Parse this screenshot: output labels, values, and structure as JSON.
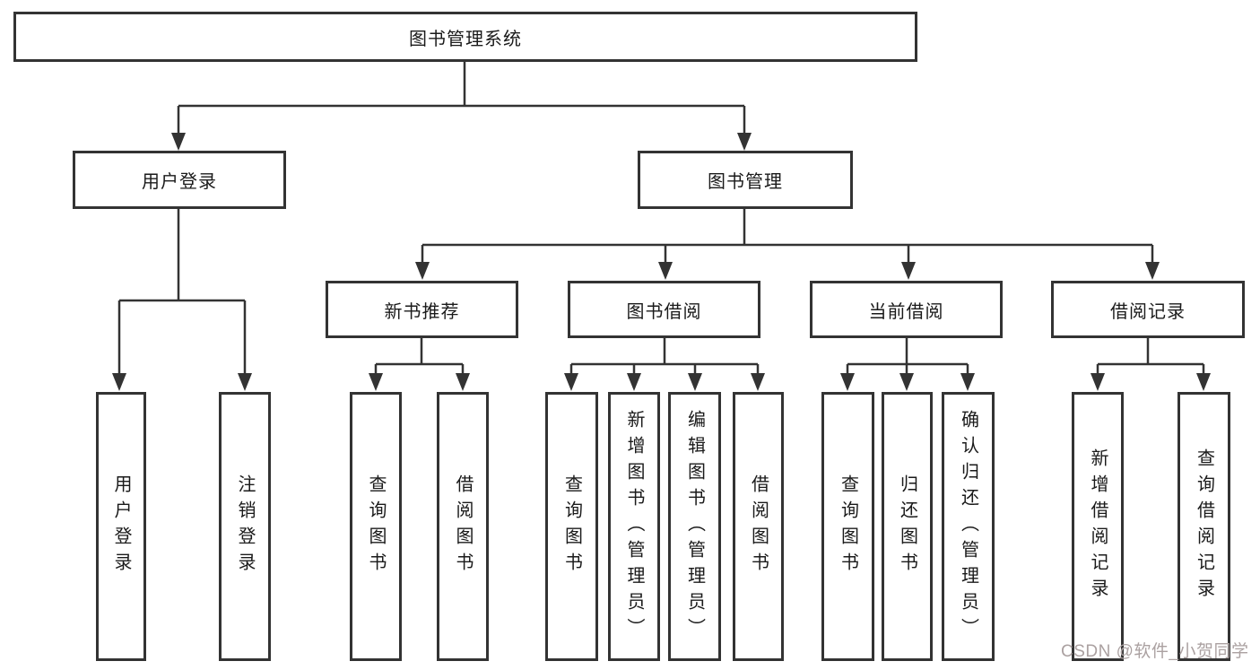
{
  "diagram_type": "hierarchy-tree",
  "tree": {
    "label": "图书管理系统",
    "children": [
      {
        "label": "用户登录",
        "children": [
          {
            "label": "用户登录"
          },
          {
            "label": "注销登录"
          }
        ]
      },
      {
        "label": "图书管理",
        "children": [
          {
            "label": "新书推荐",
            "children": [
              {
                "label": "查询图书"
              },
              {
                "label": "借阅图书"
              }
            ]
          },
          {
            "label": "图书借阅",
            "children": [
              {
                "label": "查询图书"
              },
              {
                "label": "新增图书（管理员）"
              },
              {
                "label": "编辑图书（管理员）"
              },
              {
                "label": "借阅图书"
              }
            ]
          },
          {
            "label": "当前借阅",
            "children": [
              {
                "label": "查询图书"
              },
              {
                "label": "归还图书"
              },
              {
                "label": "确认归还（管理员）"
              }
            ]
          },
          {
            "label": "借阅记录",
            "children": [
              {
                "label": "新增借阅记录"
              },
              {
                "label": "查询借阅记录"
              }
            ]
          }
        ]
      }
    ]
  },
  "watermark": {
    "text": "CSDN @软件_小贺同学",
    "color": "#aba1a1"
  },
  "colors": {
    "line": "#333333",
    "box_border": "#333333",
    "box_fill": "#ffffff",
    "text": "#1a1a1a",
    "background": "#ffffff"
  }
}
